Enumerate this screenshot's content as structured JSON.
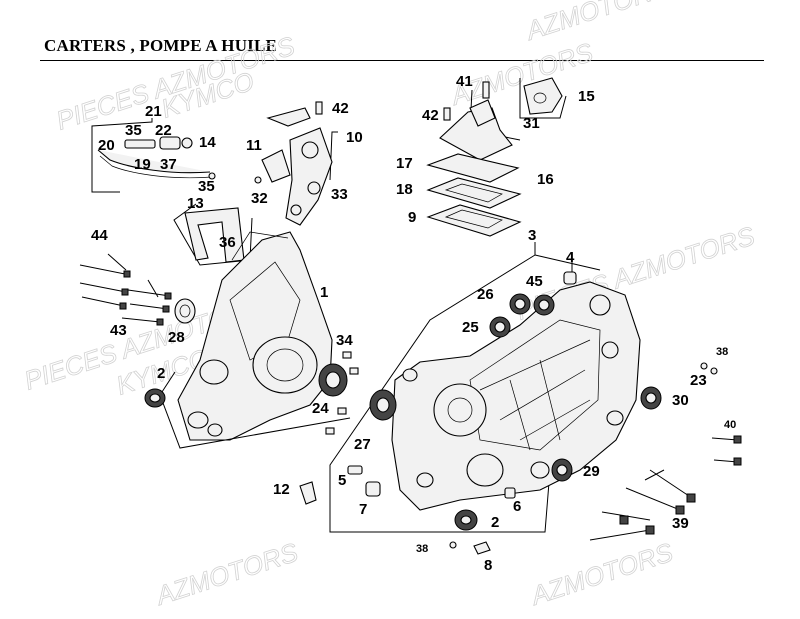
{
  "title": "CARTERS ,  POMPE A HUILE",
  "watermarks": [
    "PIECES AZMOTORS",
    "KYMCO",
    "PIECES AZMOTORS",
    "KYMCO",
    "AZMOTORS",
    "AZMOTORS",
    "PIECES AZMOTORS",
    "AZMOTORS",
    "AZMOTORS"
  ],
  "labels": [
    "1",
    "2",
    "2",
    "3",
    "4",
    "5",
    "6",
    "7",
    "8",
    "9",
    "10",
    "11",
    "12",
    "13",
    "14",
    "15",
    "16",
    "17",
    "18",
    "19",
    "20",
    "21",
    "22",
    "23",
    "24",
    "25",
    "26",
    "27",
    "28",
    "29",
    "30",
    "31",
    "32",
    "33",
    "34",
    "35",
    "35",
    "36",
    "37",
    "38",
    "38",
    "39",
    "40",
    "41",
    "42",
    "42",
    "43",
    "44",
    "45"
  ]
}
